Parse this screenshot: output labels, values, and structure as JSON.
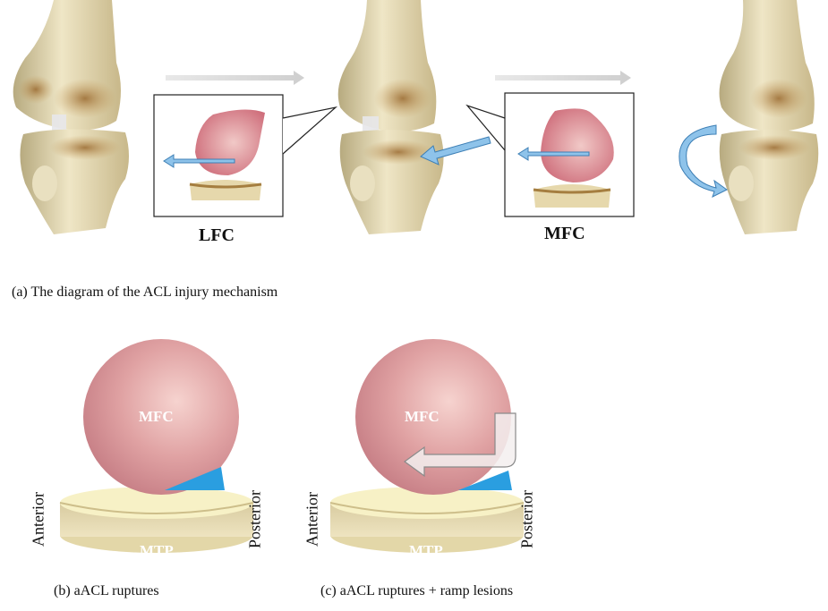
{
  "panel_a": {
    "left_box_label": "LFC",
    "right_box_label": "MFC",
    "caption": "(a) The diagram of the ACL injury mechanism"
  },
  "panel_b": {
    "condyle_label": "MFC",
    "plateau_label": "MTP",
    "anterior_label": "Anterior",
    "posterior_label": "Posterior",
    "caption": "(b) aACL ruptures"
  },
  "panel_c": {
    "condyle_label": "MFC",
    "plateau_label": "MTP",
    "anterior_label": "Anterior",
    "posterior_label": "Posterior",
    "caption": "(c) aACL ruptures + ramp lesions"
  },
  "colors": {
    "bone": "#dccfa4",
    "bone_stain": "#a8763c",
    "condyle": "#d98f96",
    "meniscus_blue": "#2a9ee0",
    "plateau_top": "#f7f1c6",
    "plateau_side": "#e3d7a8",
    "arrow_blue": "#8ec3ea",
    "arrow_gray": "#dcdcdc"
  }
}
